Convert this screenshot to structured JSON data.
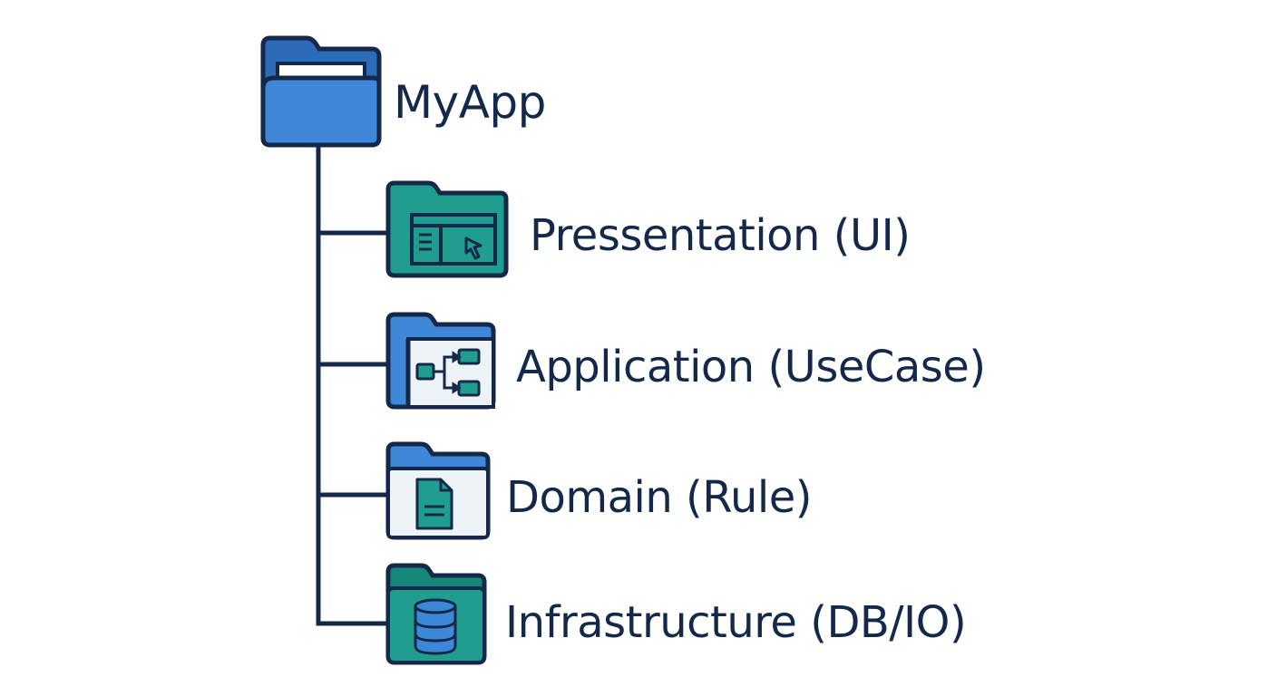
{
  "colors": {
    "outline": "#14294a",
    "blue": "#3f87d8",
    "blue_dark": "#2c6bb8",
    "teal": "#1f9e8f",
    "teal_dark": "#17877a",
    "panel": "#eef3f8",
    "line": "#14294a"
  },
  "root": {
    "label": "MyApp",
    "icon": "folder-icon"
  },
  "children": [
    {
      "label": "Pressentation (UI)",
      "icon": "window-cursor-icon",
      "folder_color": "teal"
    },
    {
      "label": "Application (UseCase)",
      "icon": "flowchart-icon",
      "folder_color": "blue"
    },
    {
      "label": "Domain (Rule)",
      "icon": "document-icon",
      "folder_color": "blue"
    },
    {
      "label": "Infrastructure (DB/IO)",
      "icon": "database-icon",
      "folder_color": "teal"
    }
  ]
}
